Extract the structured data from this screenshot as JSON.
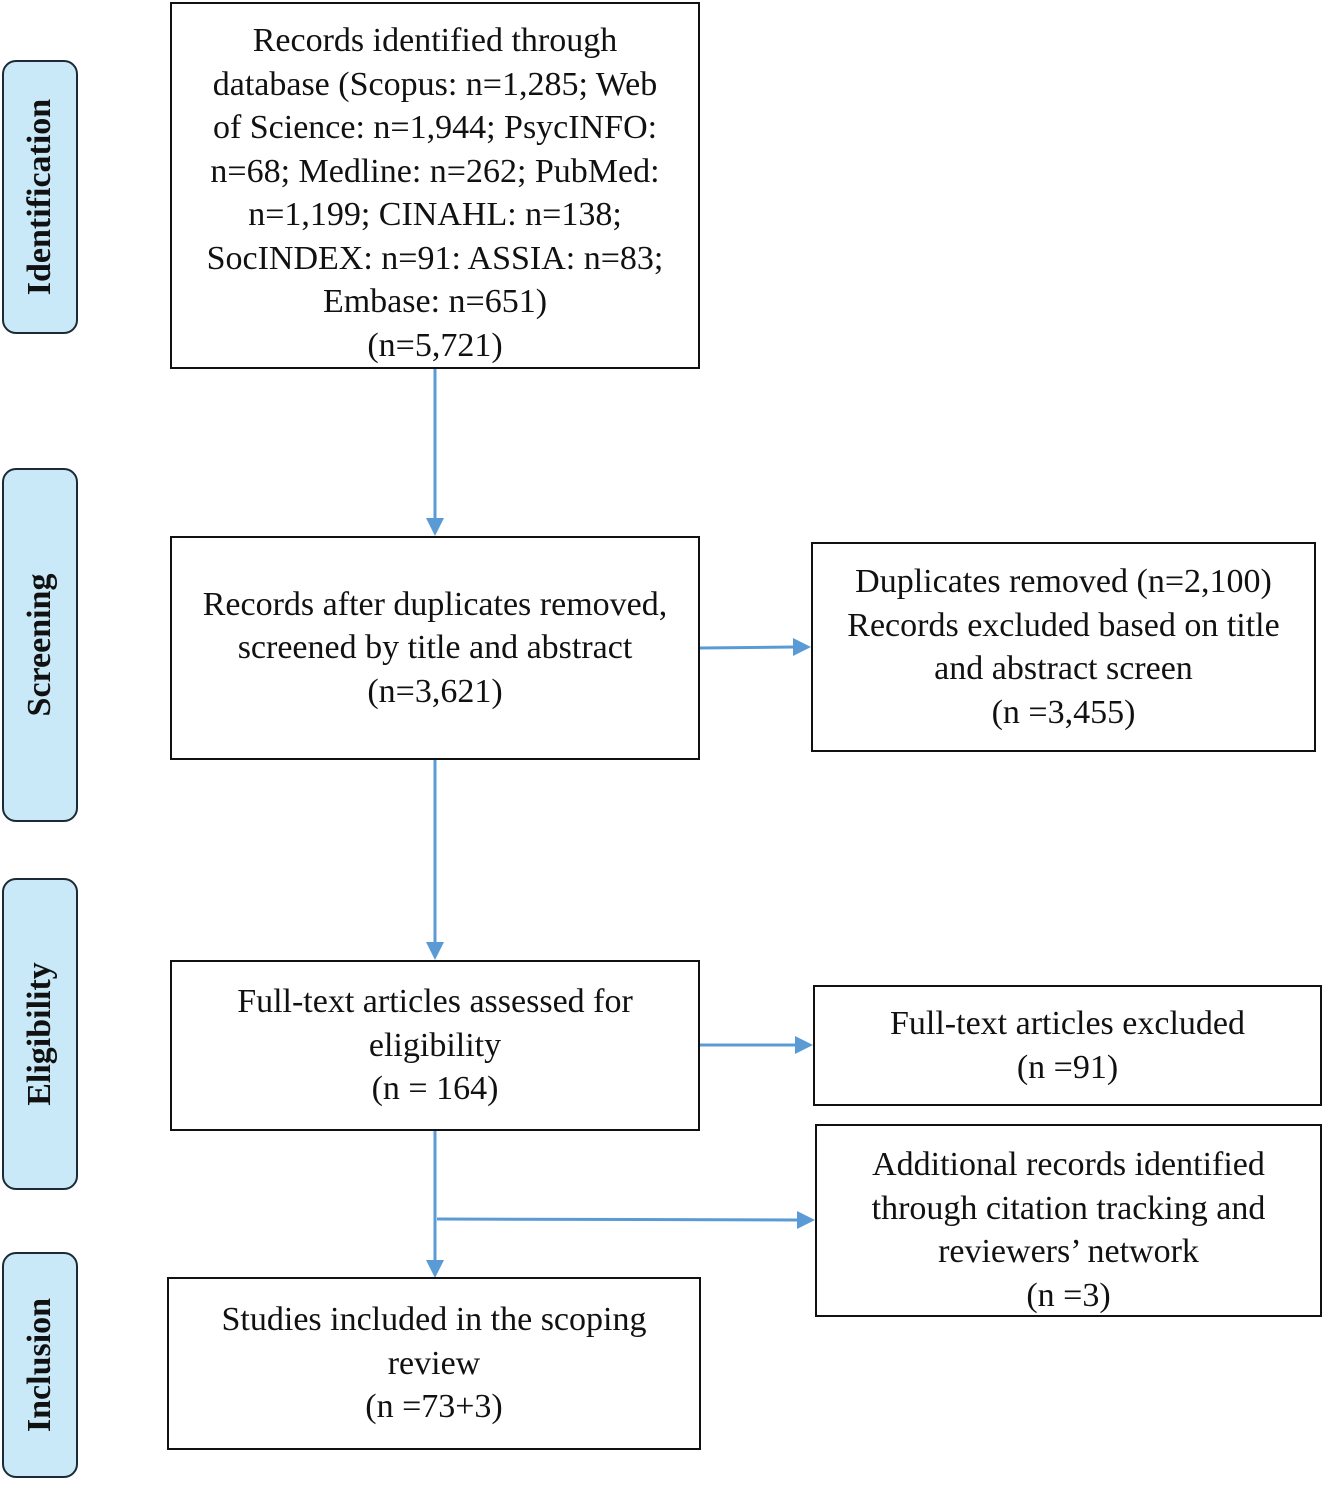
{
  "stages": {
    "identification": "Identification",
    "screening": "Screening",
    "eligibility": "Eligibility",
    "inclusion": "Inclusion"
  },
  "boxes": {
    "identified": {
      "lines": [
        "Records identified through",
        "database (Scopus: n=1,285; Web",
        "of Science: n=1,944; PsycINFO:",
        "n=68; Medline: n=262; PubMed:",
        "n=1,199; CINAHL: n=138;",
        "SocINDEX: n=91: ASSIA: n=83;",
        "Embase: n=651)",
        "(n=5,721)"
      ]
    },
    "screened": {
      "lines": [
        "Records after duplicates removed,",
        "screened by title and abstract",
        "(n=3,621)"
      ]
    },
    "duplicates_removed": {
      "lines": [
        "Duplicates removed (n=2,100)",
        "Records excluded based on title",
        "and abstract screen",
        "(n =3,455)"
      ]
    },
    "full_text_assessed": {
      "lines": [
        "Full-text articles assessed for",
        "eligibility",
        "(n = 164)"
      ]
    },
    "full_text_excluded": {
      "lines": [
        "Full-text articles excluded",
        "(n =91)"
      ]
    },
    "additional_records": {
      "lines": [
        "Additional records identified",
        "through citation tracking and",
        "reviewers’ network",
        "(n =3)"
      ]
    },
    "included": {
      "lines": [
        "Studies included in the scoping",
        "review",
        "(n =73+3)"
      ]
    }
  },
  "colors": {
    "stage_fill": "#c9e9f8",
    "arrow": "#5b9bd5",
    "box_border": "#111111"
  }
}
